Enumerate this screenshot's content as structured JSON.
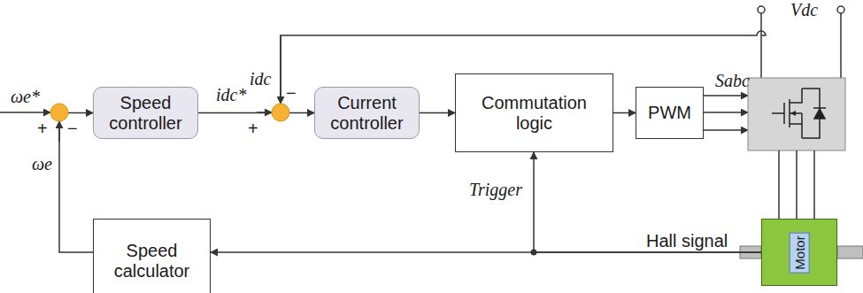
{
  "diagram": {
    "nodes": [
      {
        "text": [
          "Speed controller"
        ]
      },
      {
        "text": [
          "Current controller"
        ]
      },
      {
        "text": [
          "Commutation logic"
        ]
      },
      {
        "text": [
          "PWM"
        ]
      },
      {
        "text": [
          "Speed calculator"
        ]
      },
      {
        "text": [
          "Motor"
        ]
      }
    ],
    "edges": [
      {
        "from": 0,
        "to": 1,
        "arrow": "to"
      },
      {
        "from": 1,
        "to": 2,
        "arrow": "to"
      },
      {
        "from": 2,
        "to": 3,
        "arrow": "to"
      },
      {
        "from": 5,
        "to": 4,
        "label": "Hall signal",
        "arrow": "to"
      },
      {
        "from": 5,
        "to": 2,
        "label": "Trigger",
        "arrow": "to"
      },
      {
        "from": 4,
        "to": 0,
        "arrow": "to"
      }
    ],
    "labels": [
      "ωe*",
      "+",
      "ωe",
      "−",
      "idc*",
      "+",
      "idc",
      "−",
      "Sabc",
      "Vdc"
    ]
  }
}
